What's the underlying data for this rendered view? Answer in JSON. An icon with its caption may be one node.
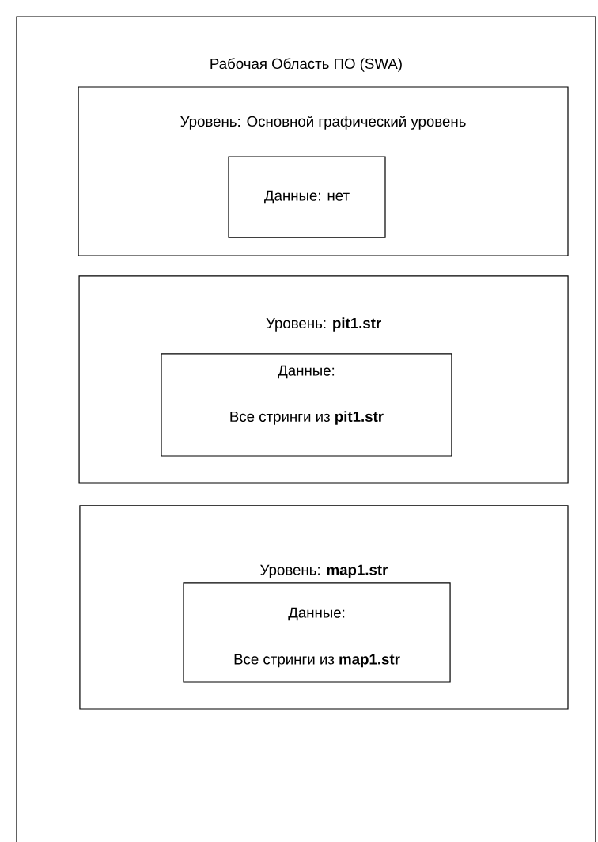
{
  "diagram": {
    "nodes": [
      {
        "text": [
          "Рабочая Область ПО (SWA)"
        ]
      },
      {
        "text": [
          "Уровень: Основной графический уровень"
        ],
        "in": 0
      },
      {
        "text": [
          "Данные: нет"
        ],
        "in": 1
      },
      {
        "text": [
          "Уровень: **pit1.str**"
        ],
        "in": 0
      },
      {
        "text": [
          "Данные:",
          "Все стринги из **pit1.str**"
        ],
        "in": 3
      },
      {
        "text": [
          "Уровень: **map1.str**"
        ],
        "in": 0
      },
      {
        "text": [
          "Данные:",
          "Все стринги из **map1.str**"
        ],
        "in": 5
      }
    ]
  }
}
